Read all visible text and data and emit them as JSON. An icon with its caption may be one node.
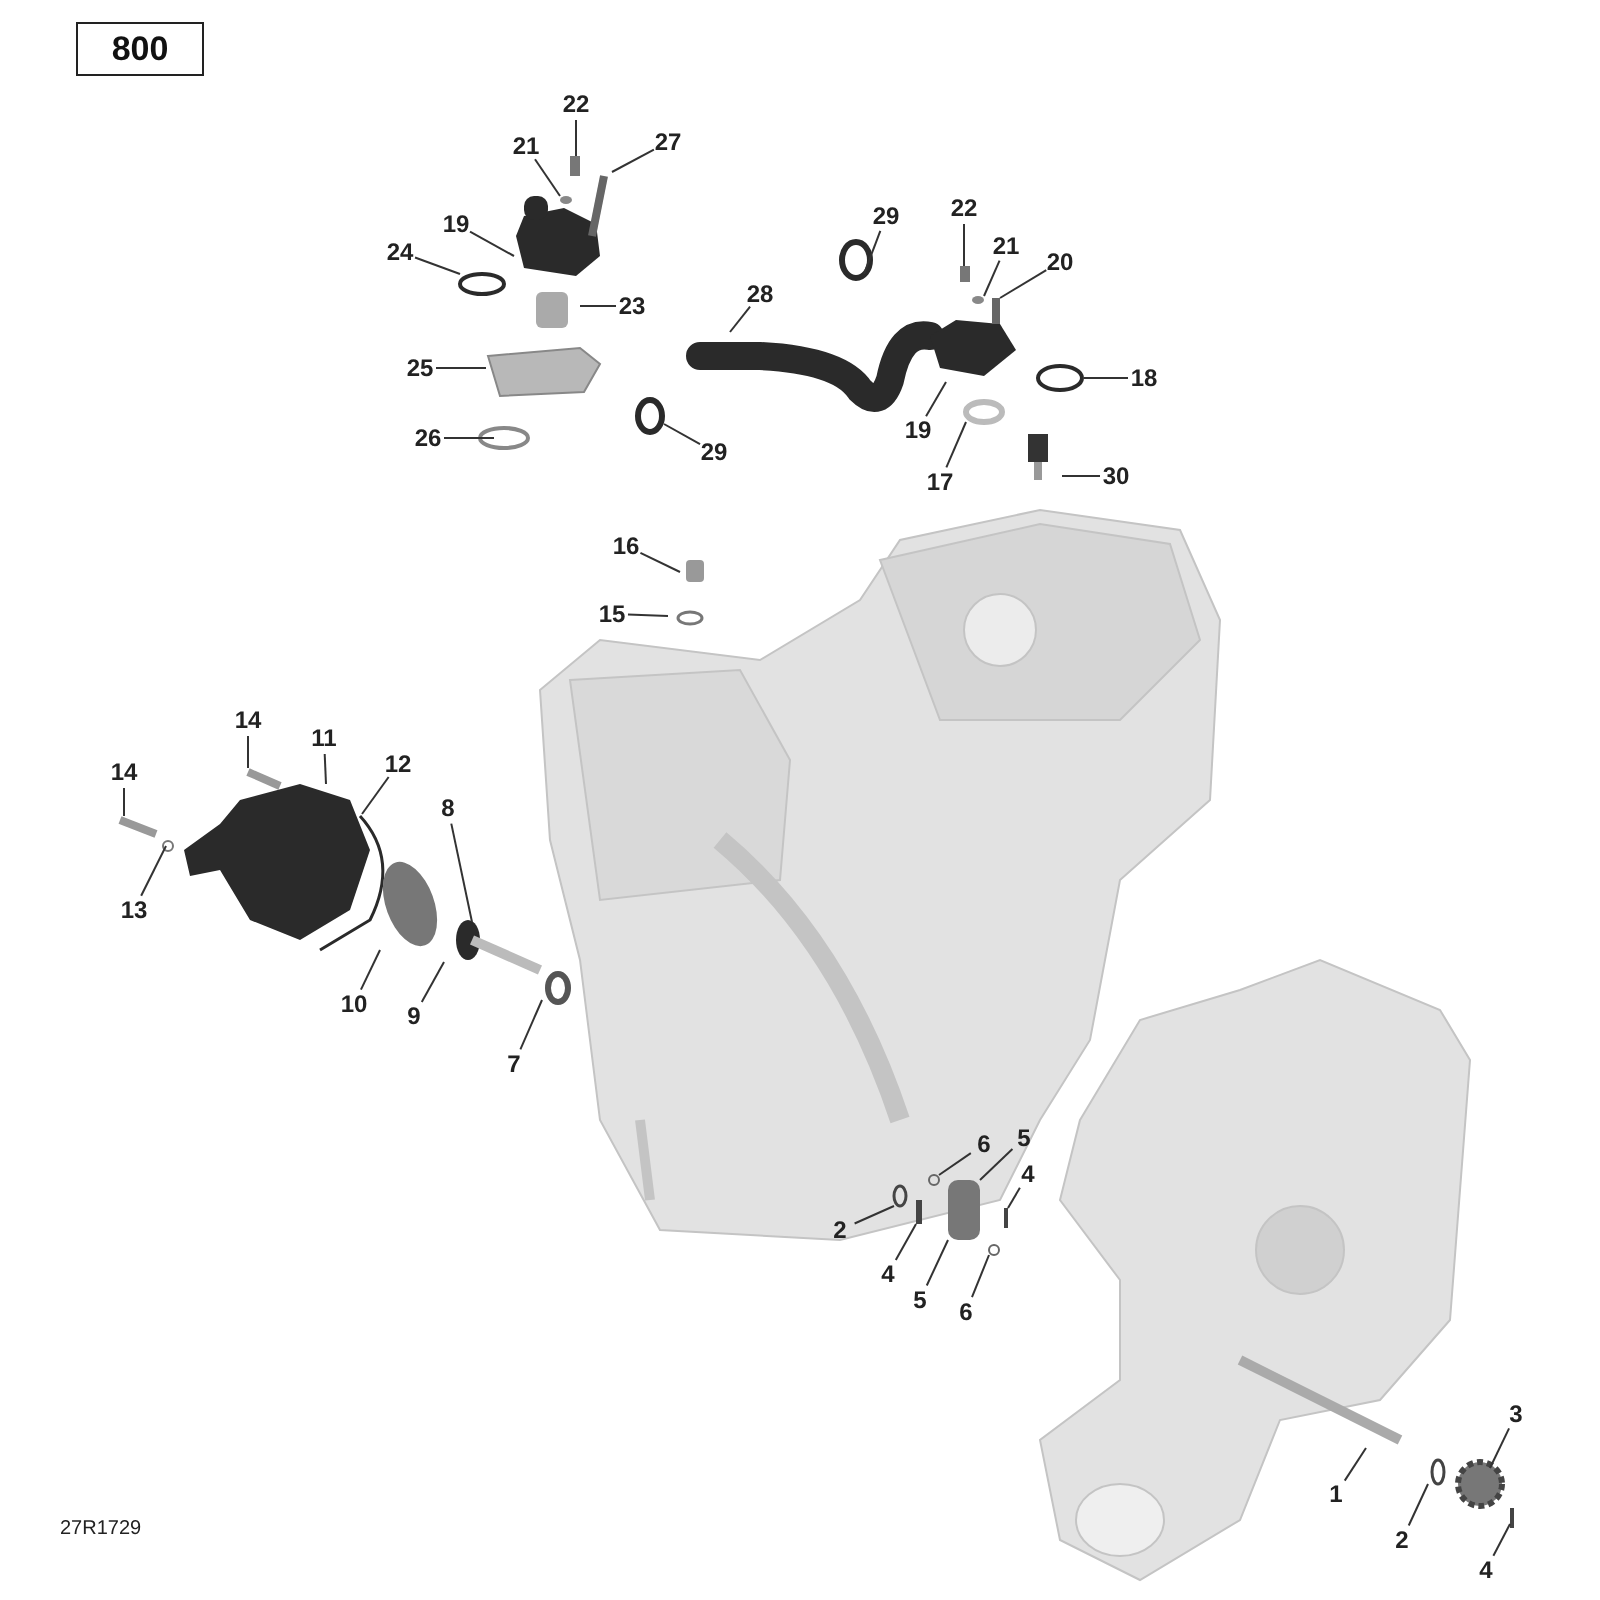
{
  "diagram": {
    "nodes": [
      {
        "text": [
          "800"
        ]
      },
      {
        "text": [
          "22"
        ]
      },
      {
        "text": [
          "21"
        ]
      },
      {
        "text": [
          "27"
        ]
      },
      {
        "text": [
          "19"
        ]
      },
      {
        "text": [
          "24"
        ]
      },
      {
        "text": [
          "23"
        ]
      },
      {
        "text": [
          "28"
        ]
      },
      {
        "text": [
          "29"
        ]
      },
      {
        "text": [
          "22"
        ]
      },
      {
        "text": [
          "21"
        ]
      },
      {
        "text": [
          "20"
        ]
      },
      {
        "text": [
          "25"
        ]
      },
      {
        "text": [
          "18"
        ]
      },
      {
        "text": [
          "26"
        ]
      },
      {
        "text": [
          "29"
        ]
      },
      {
        "text": [
          "19"
        ]
      },
      {
        "text": [
          "17"
        ]
      },
      {
        "text": [
          "30"
        ]
      },
      {
        "text": [
          "16"
        ]
      },
      {
        "text": [
          "15"
        ]
      },
      {
        "text": [
          "14"
        ]
      },
      {
        "text": [
          "11"
        ]
      },
      {
        "text": [
          "12"
        ]
      },
      {
        "text": [
          "14"
        ]
      },
      {
        "text": [
          "13"
        ]
      },
      {
        "text": [
          "8"
        ]
      },
      {
        "text": [
          "10"
        ]
      },
      {
        "text": [
          "9"
        ]
      },
      {
        "text": [
          "7"
        ]
      },
      {
        "text": [
          "6"
        ]
      },
      {
        "text": [
          "5"
        ]
      },
      {
        "text": [
          "4"
        ]
      },
      {
        "text": [
          "2"
        ]
      },
      {
        "text": [
          "4"
        ]
      },
      {
        "text": [
          "5"
        ]
      },
      {
        "text": [
          "6"
        ]
      },
      {
        "text": [
          "1"
        ]
      },
      {
        "text": [
          "3"
        ]
      },
      {
        "text": [
          "2"
        ]
      },
      {
        "text": [
          "4"
        ]
      },
      {
        "text": [],
        "shape": "box"
      },
      {
        "text": [],
        "shape": "circle"
      },
      {
        "text": [],
        "shape": "box"
      },
      {
        "text": [],
        "shape": "box"
      },
      {
        "text": [],
        "shape": "circle"
      },
      {
        "text": [],
        "shape": "box"
      },
      {
        "text": [],
        "shape": "circle"
      },
      {
        "text": [],
        "shape": "circle"
      },
      {
        "text": [],
        "shape": "circle"
      },
      {
        "text": [],
        "shape": "circle"
      },
      {
        "text": [],
        "shape": "circle"
      },
      {
        "text": [],
        "shape": "box"
      }
    ],
    "edges": [
      {
        "from": 1,
        "to": 41,
        "arrow": "none"
      },
      {
        "from": 2,
        "to": 47,
        "arrow": "none"
      },
      {
        "from": 3,
        "to": null,
        "arrow": "none"
      },
      {
        "from": 4,
        "to": null,
        "arrow": "none"
      },
      {
        "from": 5,
        "to": 42,
        "arrow": "none"
      },
      {
        "from": 6,
        "to": null,
        "arrow": "none"
      },
      {
        "from": 7,
        "to": null,
        "arrow": "none"
      },
      {
        "from": 8,
        "to": null,
        "arrow": "none"
      },
      {
        "from": 9,
        "to": 43,
        "arrow": "none"
      },
      {
        "from": 10,
        "to": 48,
        "arrow": "none"
      },
      {
        "from": 11,
        "to": 44,
        "arrow": "none"
      },
      {
        "from": 12,
        "to": null,
        "arrow": "none"
      },
      {
        "from": 13,
        "to": null,
        "arrow": "none"
      },
      {
        "from": 14,
        "to": null,
        "arrow": "none"
      },
      {
        "from": 15,
        "to": null,
        "arrow": "none"
      },
      {
        "from": 16,
        "to": null,
        "arrow": "none"
      },
      {
        "from": 17,
        "to": 45,
        "arrow": "none"
      },
      {
        "from": 18,
        "to": null,
        "arrow": "none"
      },
      {
        "from": 19,
        "to": null,
        "arrow": "none"
      },
      {
        "from": 20,
        "to": null,
        "arrow": "none"
      },
      {
        "from": 21,
        "to": null,
        "arrow": "none"
      },
      {
        "from": 22,
        "to": null,
        "arrow": "none"
      },
      {
        "from": 23,
        "to": null,
        "arrow": "none"
      },
      {
        "from": 24,
        "to": null,
        "arrow": "none"
      },
      {
        "from": 25,
        "to": null,
        "arrow": "none"
      },
      {
        "from": 26,
        "to": null,
        "arrow": "none"
      },
      {
        "from": 27,
        "to": null,
        "arrow": "none"
      },
      {
        "from": 28,
        "to": null,
        "arrow": "none"
      },
      {
        "from": 29,
        "to": null,
        "arrow": "none"
      },
      {
        "from": 30,
        "to": 49,
        "arrow": "none"
      },
      {
        "from": 31,
        "to": 46,
        "arrow": "none"
      },
      {
        "from": 32,
        "to": null,
        "arrow": "none"
      },
      {
        "from": 33,
        "to": 51,
        "arrow": "none"
      },
      {
        "from": 34,
        "to": 52,
        "arrow": "none"
      },
      {
        "from": 35,
        "to": 46,
        "arrow": "none"
      },
      {
        "from": 36,
        "to": 50,
        "arrow": "none"
      },
      {
        "from": 37,
        "to": null,
        "arrow": "none"
      },
      {
        "from": 38,
        "to": null,
        "arrow": "none"
      },
      {
        "from": 39,
        "to": null,
        "arrow": "none"
      },
      {
        "from": 40,
        "to": null,
        "arrow": "none"
      }
    ],
    "labels": [
      "27R1729"
    ]
  }
}
